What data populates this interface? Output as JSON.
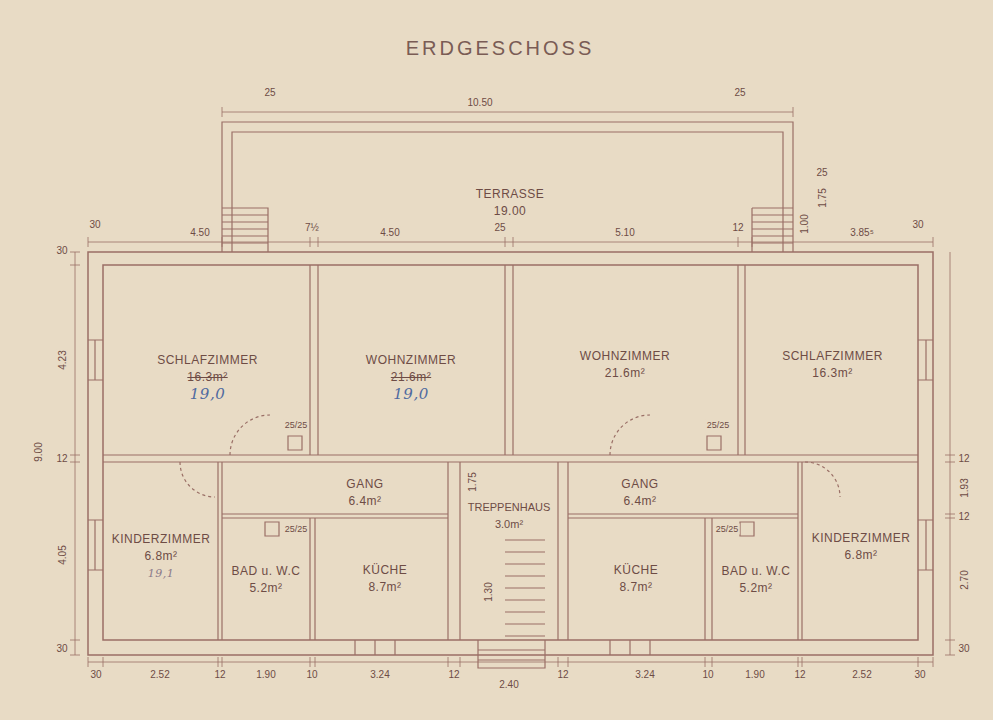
{
  "diagram": {
    "title": "ERDGESCHOSS",
    "nodes": [
      {
        "text": [
          "TERRASSE",
          "19.00"
        ]
      },
      {
        "text": [
          "SCHLAFZIMMER",
          "16.3m²",
          "19,0"
        ]
      },
      {
        "text": [
          "WOHNZIMMER",
          "21.6m²",
          "19,0"
        ]
      },
      {
        "text": [
          "WOHNZIMMER",
          "21.6m²"
        ]
      },
      {
        "text": [
          "SCHLAFZIMMER",
          "16.3m²"
        ]
      },
      {
        "text": [
          "GANG",
          "6.4m²"
        ]
      },
      {
        "text": [
          "TREPPENHAUS",
          "3.0m²"
        ]
      },
      {
        "text": [
          "GANG",
          "6.4m²"
        ]
      },
      {
        "text": [
          "KINDERZIMMER",
          "6.8m²",
          "19,1"
        ]
      },
      {
        "text": [
          "BAD u. W.C",
          "5.2m²"
        ]
      },
      {
        "text": [
          "KÜCHE",
          "8.7m²"
        ]
      },
      {
        "text": [
          "KÜCHE",
          "8.7m²"
        ]
      },
      {
        "text": [
          "BAD u. W.C",
          "5.2m²"
        ]
      },
      {
        "text": [
          "KINDERZIMMER",
          "6.8m²"
        ]
      }
    ],
    "labels": [
      "25",
      "10.50",
      "25",
      "25",
      "1.75",
      "30",
      "4.50",
      "7½",
      "4.50",
      "25",
      "5.10",
      "12",
      "1.00",
      "3.85⁵",
      "30",
      "30",
      "4.23",
      "9.00",
      "12",
      "4.05",
      "30",
      "12",
      "1.93",
      "12",
      "2.70",
      "30",
      "30",
      "2.52",
      "12",
      "1.90",
      "10",
      "3.24",
      "12",
      "2.40",
      "12",
      "3.24",
      "10",
      "1.90",
      "12",
      "2.52",
      "30",
      "25/25",
      "25/25",
      "25/25",
      "25/25",
      "1.75",
      "1.30"
    ]
  }
}
